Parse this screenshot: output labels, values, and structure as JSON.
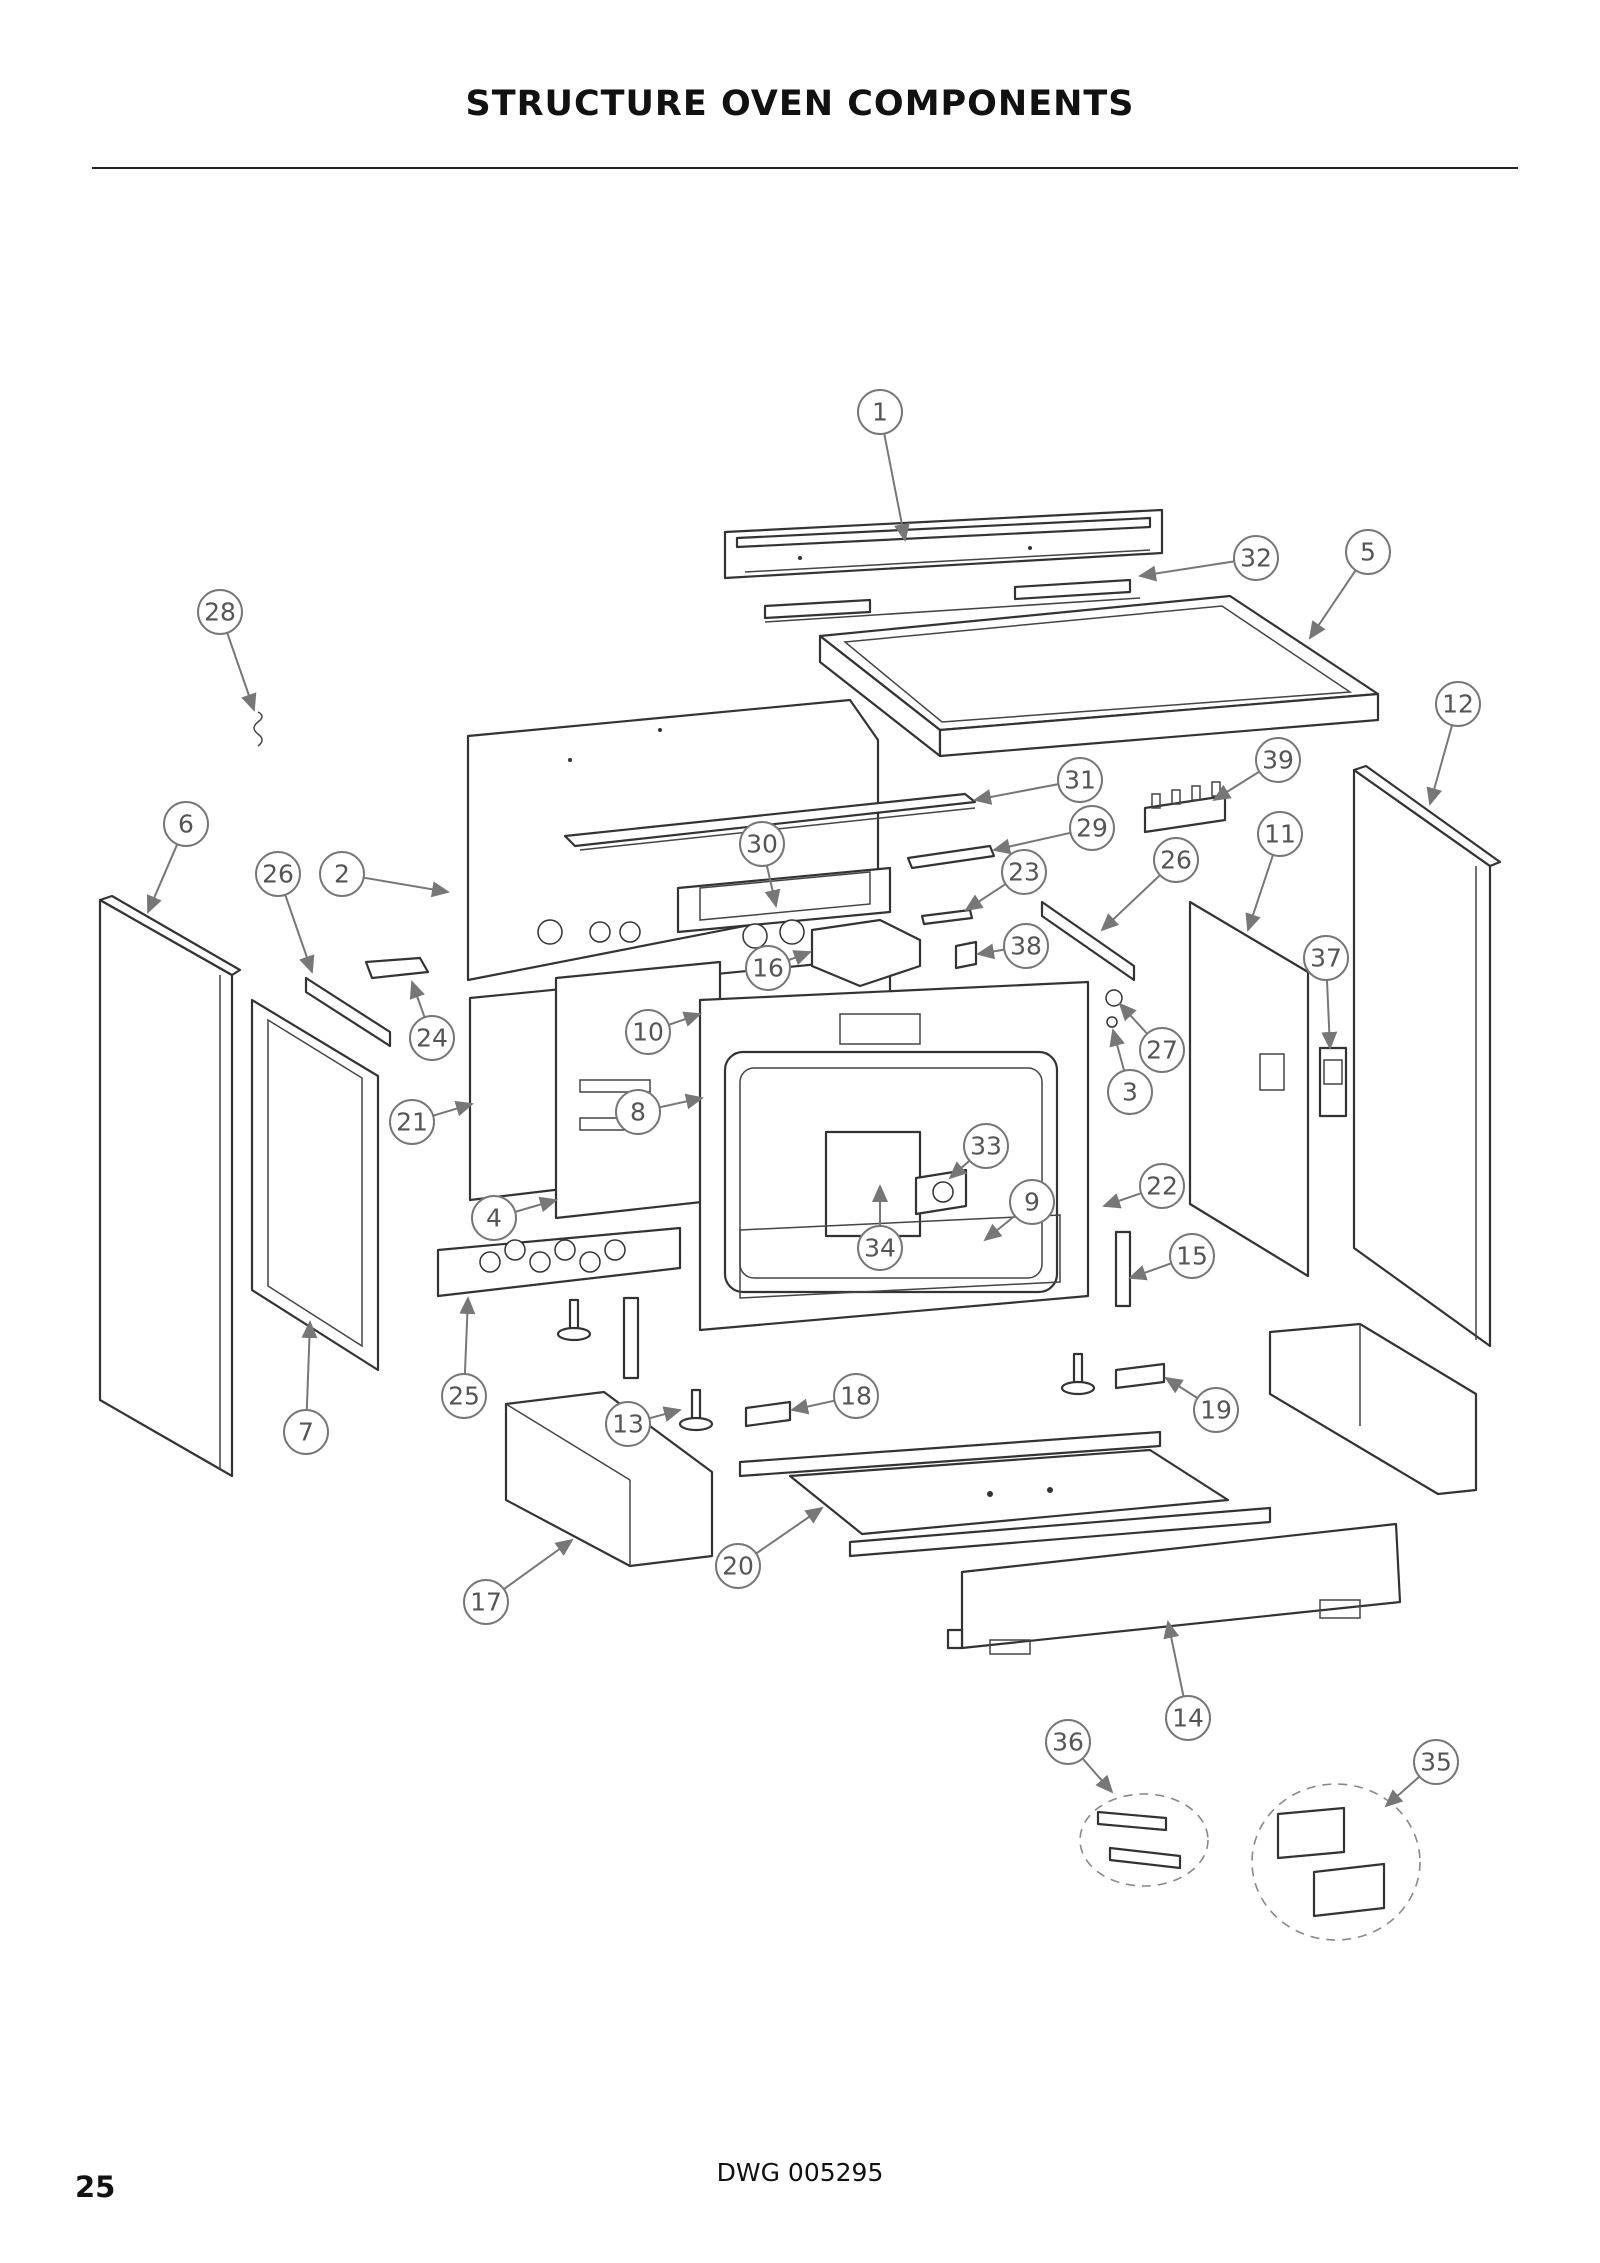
{
  "page": {
    "title": "STRUCTURE OVEN COMPONENTS",
    "drawing_number": "DWG 005295",
    "page_number": "25"
  },
  "callouts": [
    {
      "id": "c1",
      "label": "1"
    },
    {
      "id": "c2",
      "label": "2"
    },
    {
      "id": "c3",
      "label": "3"
    },
    {
      "id": "c4",
      "label": "4"
    },
    {
      "id": "c5",
      "label": "5"
    },
    {
      "id": "c6",
      "label": "6"
    },
    {
      "id": "c7",
      "label": "7"
    },
    {
      "id": "c8",
      "label": "8"
    },
    {
      "id": "c9",
      "label": "9"
    },
    {
      "id": "c10",
      "label": "10"
    },
    {
      "id": "c11",
      "label": "11"
    },
    {
      "id": "c12",
      "label": "12"
    },
    {
      "id": "c13",
      "label": "13"
    },
    {
      "id": "c14",
      "label": "14"
    },
    {
      "id": "c15",
      "label": "15"
    },
    {
      "id": "c16",
      "label": "16"
    },
    {
      "id": "c17",
      "label": "17"
    },
    {
      "id": "c18",
      "label": "18"
    },
    {
      "id": "c19",
      "label": "19"
    },
    {
      "id": "c20",
      "label": "20"
    },
    {
      "id": "c21",
      "label": "21"
    },
    {
      "id": "c22",
      "label": "22"
    },
    {
      "id": "c23",
      "label": "23"
    },
    {
      "id": "c24",
      "label": "24"
    },
    {
      "id": "c25",
      "label": "25"
    },
    {
      "id": "c26a",
      "label": "26"
    },
    {
      "id": "c26b",
      "label": "26"
    },
    {
      "id": "c27",
      "label": "27"
    },
    {
      "id": "c28",
      "label": "28"
    },
    {
      "id": "c29",
      "label": "29"
    },
    {
      "id": "c30",
      "label": "30"
    },
    {
      "id": "c31",
      "label": "31"
    },
    {
      "id": "c32",
      "label": "32"
    },
    {
      "id": "c33",
      "label": "33"
    },
    {
      "id": "c34",
      "label": "34"
    },
    {
      "id": "c35",
      "label": "35"
    },
    {
      "id": "c36",
      "label": "36"
    },
    {
      "id": "c37",
      "label": "37"
    },
    {
      "id": "c38",
      "label": "38"
    },
    {
      "id": "c39",
      "label": "39"
    }
  ]
}
